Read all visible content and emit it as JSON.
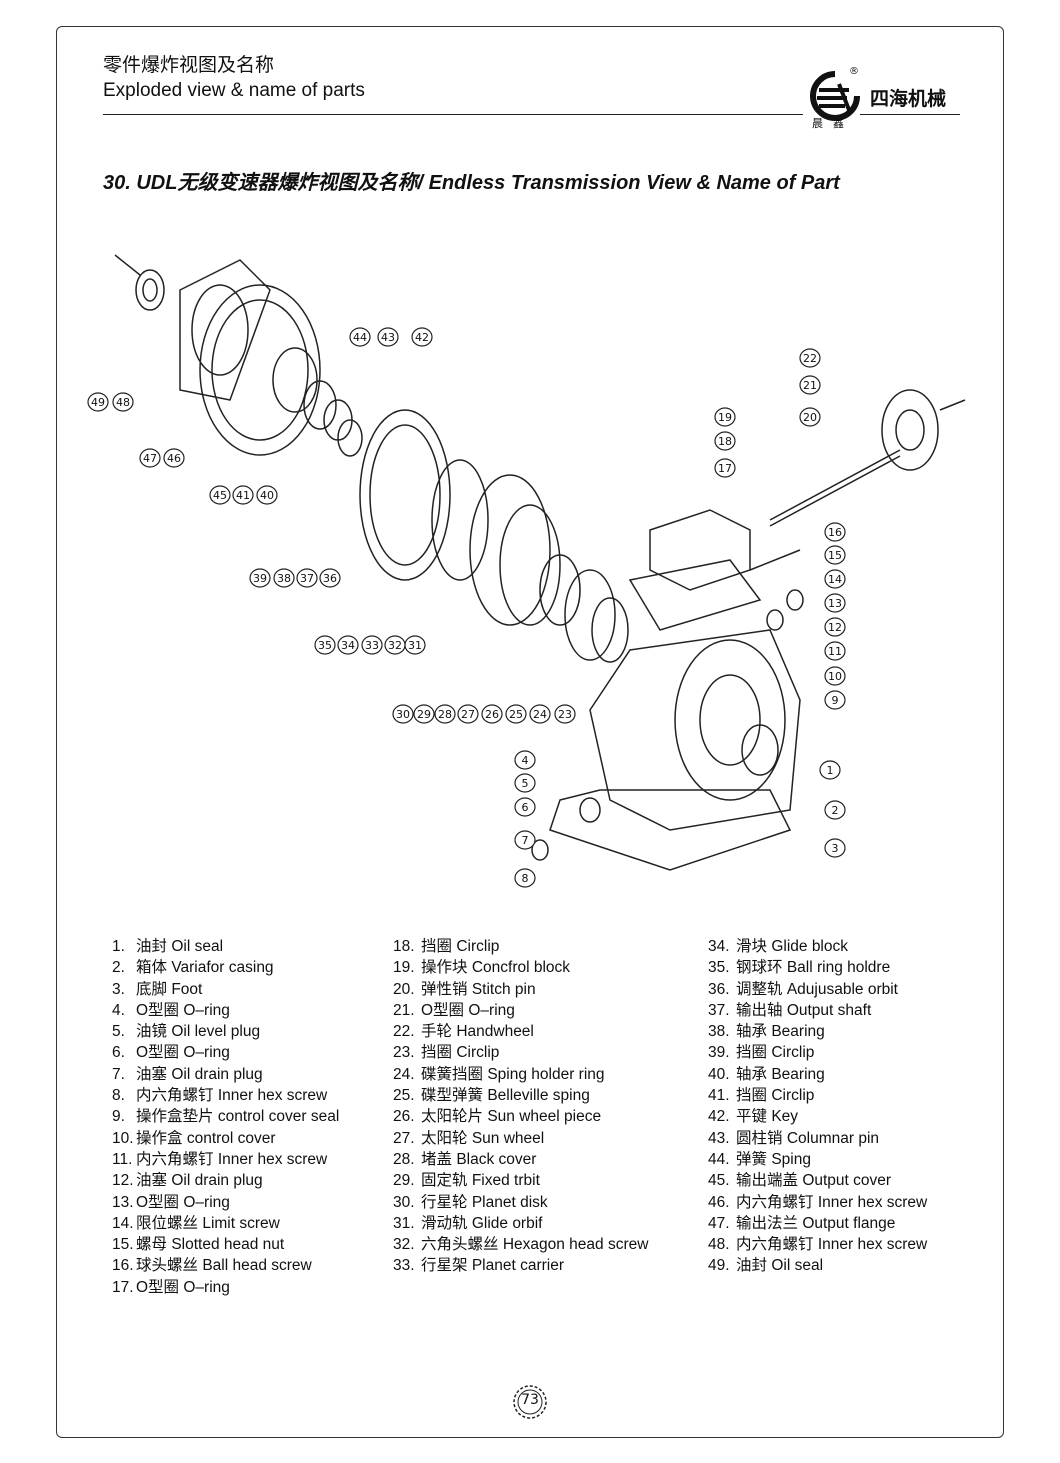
{
  "header": {
    "title_zh": "零件爆炸视图及名称",
    "title_en": "Exploded view & name of parts",
    "brand": "四海机械",
    "brand_sub": "晨鑫",
    "reg_mark": "®"
  },
  "section_title": "30. UDL无级变速器爆炸视图及名称/ Endless Transmission View & Name of Part",
  "callouts": [
    "1",
    "2",
    "3",
    "4",
    "5",
    "6",
    "7",
    "8",
    "9",
    "10",
    "11",
    "12",
    "13",
    "14",
    "15",
    "16",
    "17",
    "18",
    "19",
    "20",
    "21",
    "22",
    "23",
    "24",
    "25",
    "26",
    "27",
    "28",
    "29",
    "30",
    "31",
    "32",
    "33",
    "34",
    "35",
    "36",
    "37",
    "38",
    "39",
    "40",
    "41",
    "42",
    "43",
    "44",
    "45",
    "46",
    "47",
    "48",
    "49"
  ],
  "parts_col1": [
    {
      "num": "1.",
      "zh": "油封",
      "en": "Oil seal"
    },
    {
      "num": "2.",
      "zh": "箱体",
      "en": "Variafor casing"
    },
    {
      "num": "3.",
      "zh": "底脚",
      "en": "Foot"
    },
    {
      "num": "4.",
      "zh": "O型圈",
      "en": "O–ring"
    },
    {
      "num": "5.",
      "zh": "油镜",
      "en": "Oil level plug"
    },
    {
      "num": "6.",
      "zh": "O型圈",
      "en": "O–ring"
    },
    {
      "num": "7.",
      "zh": "油塞",
      "en": "Oil drain plug"
    },
    {
      "num": "8.",
      "zh": "内六角螺钉",
      "en": "Inner hex screw"
    },
    {
      "num": "9.",
      "zh": "操作盒垫片",
      "en": "control cover seal"
    },
    {
      "num": "10.",
      "zh": "操作盒",
      "en": "control cover"
    },
    {
      "num": "11.",
      "zh": "内六角螺钉",
      "en": "Inner hex screw"
    },
    {
      "num": "12.",
      "zh": "油塞",
      "en": "Oil drain plug"
    },
    {
      "num": "13.",
      "zh": "O型圈",
      "en": "O–ring"
    },
    {
      "num": "14.",
      "zh": "限位螺丝",
      "en": "Limit screw"
    },
    {
      "num": "15.",
      "zh": "螺母",
      "en": "Slotted head nut"
    },
    {
      "num": "16.",
      "zh": "球头螺丝",
      "en": "Ball head screw"
    },
    {
      "num": "17.",
      "zh": "O型圈",
      "en": "O–ring"
    }
  ],
  "parts_col2": [
    {
      "num": "18.",
      "zh": "挡圈",
      "en": "Circlip"
    },
    {
      "num": "19.",
      "zh": "操作块",
      "en": "Concfrol block"
    },
    {
      "num": "20.",
      "zh": "弹性销",
      "en": "Stitch pin"
    },
    {
      "num": "21.",
      "zh": "O型圈",
      "en": "O–ring"
    },
    {
      "num": "22.",
      "zh": "手轮",
      "en": "Handwheel"
    },
    {
      "num": "23.",
      "zh": "挡圈",
      "en": "Circlip"
    },
    {
      "num": "24.",
      "zh": "碟簧挡圈",
      "en": "Sping holder ring"
    },
    {
      "num": "25.",
      "zh": "碟型弹簧",
      "en": "Belleville sping"
    },
    {
      "num": "26.",
      "zh": "太阳轮片",
      "en": "Sun wheel piece"
    },
    {
      "num": "27.",
      "zh": "太阳轮",
      "en": "Sun wheel"
    },
    {
      "num": "28.",
      "zh": "堵盖",
      "en": "Black cover"
    },
    {
      "num": "29.",
      "zh": "固定轨",
      "en": "Fixed trbit"
    },
    {
      "num": "30.",
      "zh": "行星轮",
      "en": "Planet disk"
    },
    {
      "num": "31.",
      "zh": "滑动轨",
      "en": "Glide orbif"
    },
    {
      "num": "32.",
      "zh": "六角头螺丝",
      "en": "Hexagon head screw"
    },
    {
      "num": "33.",
      "zh": "行星架",
      "en": "Planet carrier"
    }
  ],
  "parts_col3": [
    {
      "num": "34.",
      "zh": "滑块",
      "en": "Glide block"
    },
    {
      "num": "35.",
      "zh": "钢球环",
      "en": "Ball ring holdre"
    },
    {
      "num": "36.",
      "zh": "调整轨",
      "en": "Adujusable orbit"
    },
    {
      "num": "37.",
      "zh": "输出轴",
      "en": "Output shaft"
    },
    {
      "num": "38.",
      "zh": "轴承",
      "en": "Bearing"
    },
    {
      "num": "39.",
      "zh": "挡圈",
      "en": "Circlip"
    },
    {
      "num": "40.",
      "zh": "轴承",
      "en": "Bearing"
    },
    {
      "num": "41.",
      "zh": "挡圈",
      "en": "Circlip"
    },
    {
      "num": "42.",
      "zh": "平键",
      "en": "Key"
    },
    {
      "num": "43.",
      "zh": "圆柱销",
      "en": "Columnar pin"
    },
    {
      "num": "44.",
      "zh": "弹簧",
      "en": "Sping"
    },
    {
      "num": "45.",
      "zh": "输出端盖",
      "en": "Output cover"
    },
    {
      "num": "46.",
      "zh": "内六角螺钉",
      "en": "Inner hex screw"
    },
    {
      "num": "47.",
      "zh": "输出法兰",
      "en": "Output flange"
    },
    {
      "num": "48.",
      "zh": "内六角螺钉",
      "en": "Inner hex screw"
    },
    {
      "num": "49.",
      "zh": "油封",
      "en": "Oil seal"
    }
  ],
  "page_number": "73"
}
